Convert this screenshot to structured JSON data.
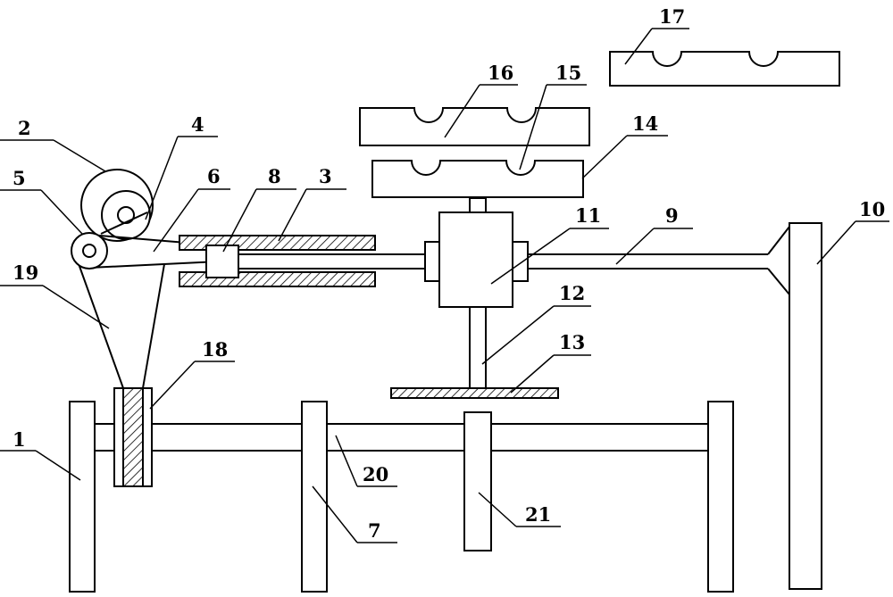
{
  "labels": {
    "l1": "1",
    "l2": "2",
    "l3": "3",
    "l4": "4",
    "l5": "5",
    "l6": "6",
    "l7": "7",
    "l8": "8",
    "l9": "9",
    "l10": "10",
    "l11": "11",
    "l12": "12",
    "l13": "13",
    "l14": "14",
    "l15": "15",
    "l16": "16",
    "l17": "17",
    "l18": "18",
    "l19": "19",
    "l20": "20",
    "l21": "21"
  },
  "colors": {
    "stroke": "#000000",
    "fill": "#ffffff"
  }
}
